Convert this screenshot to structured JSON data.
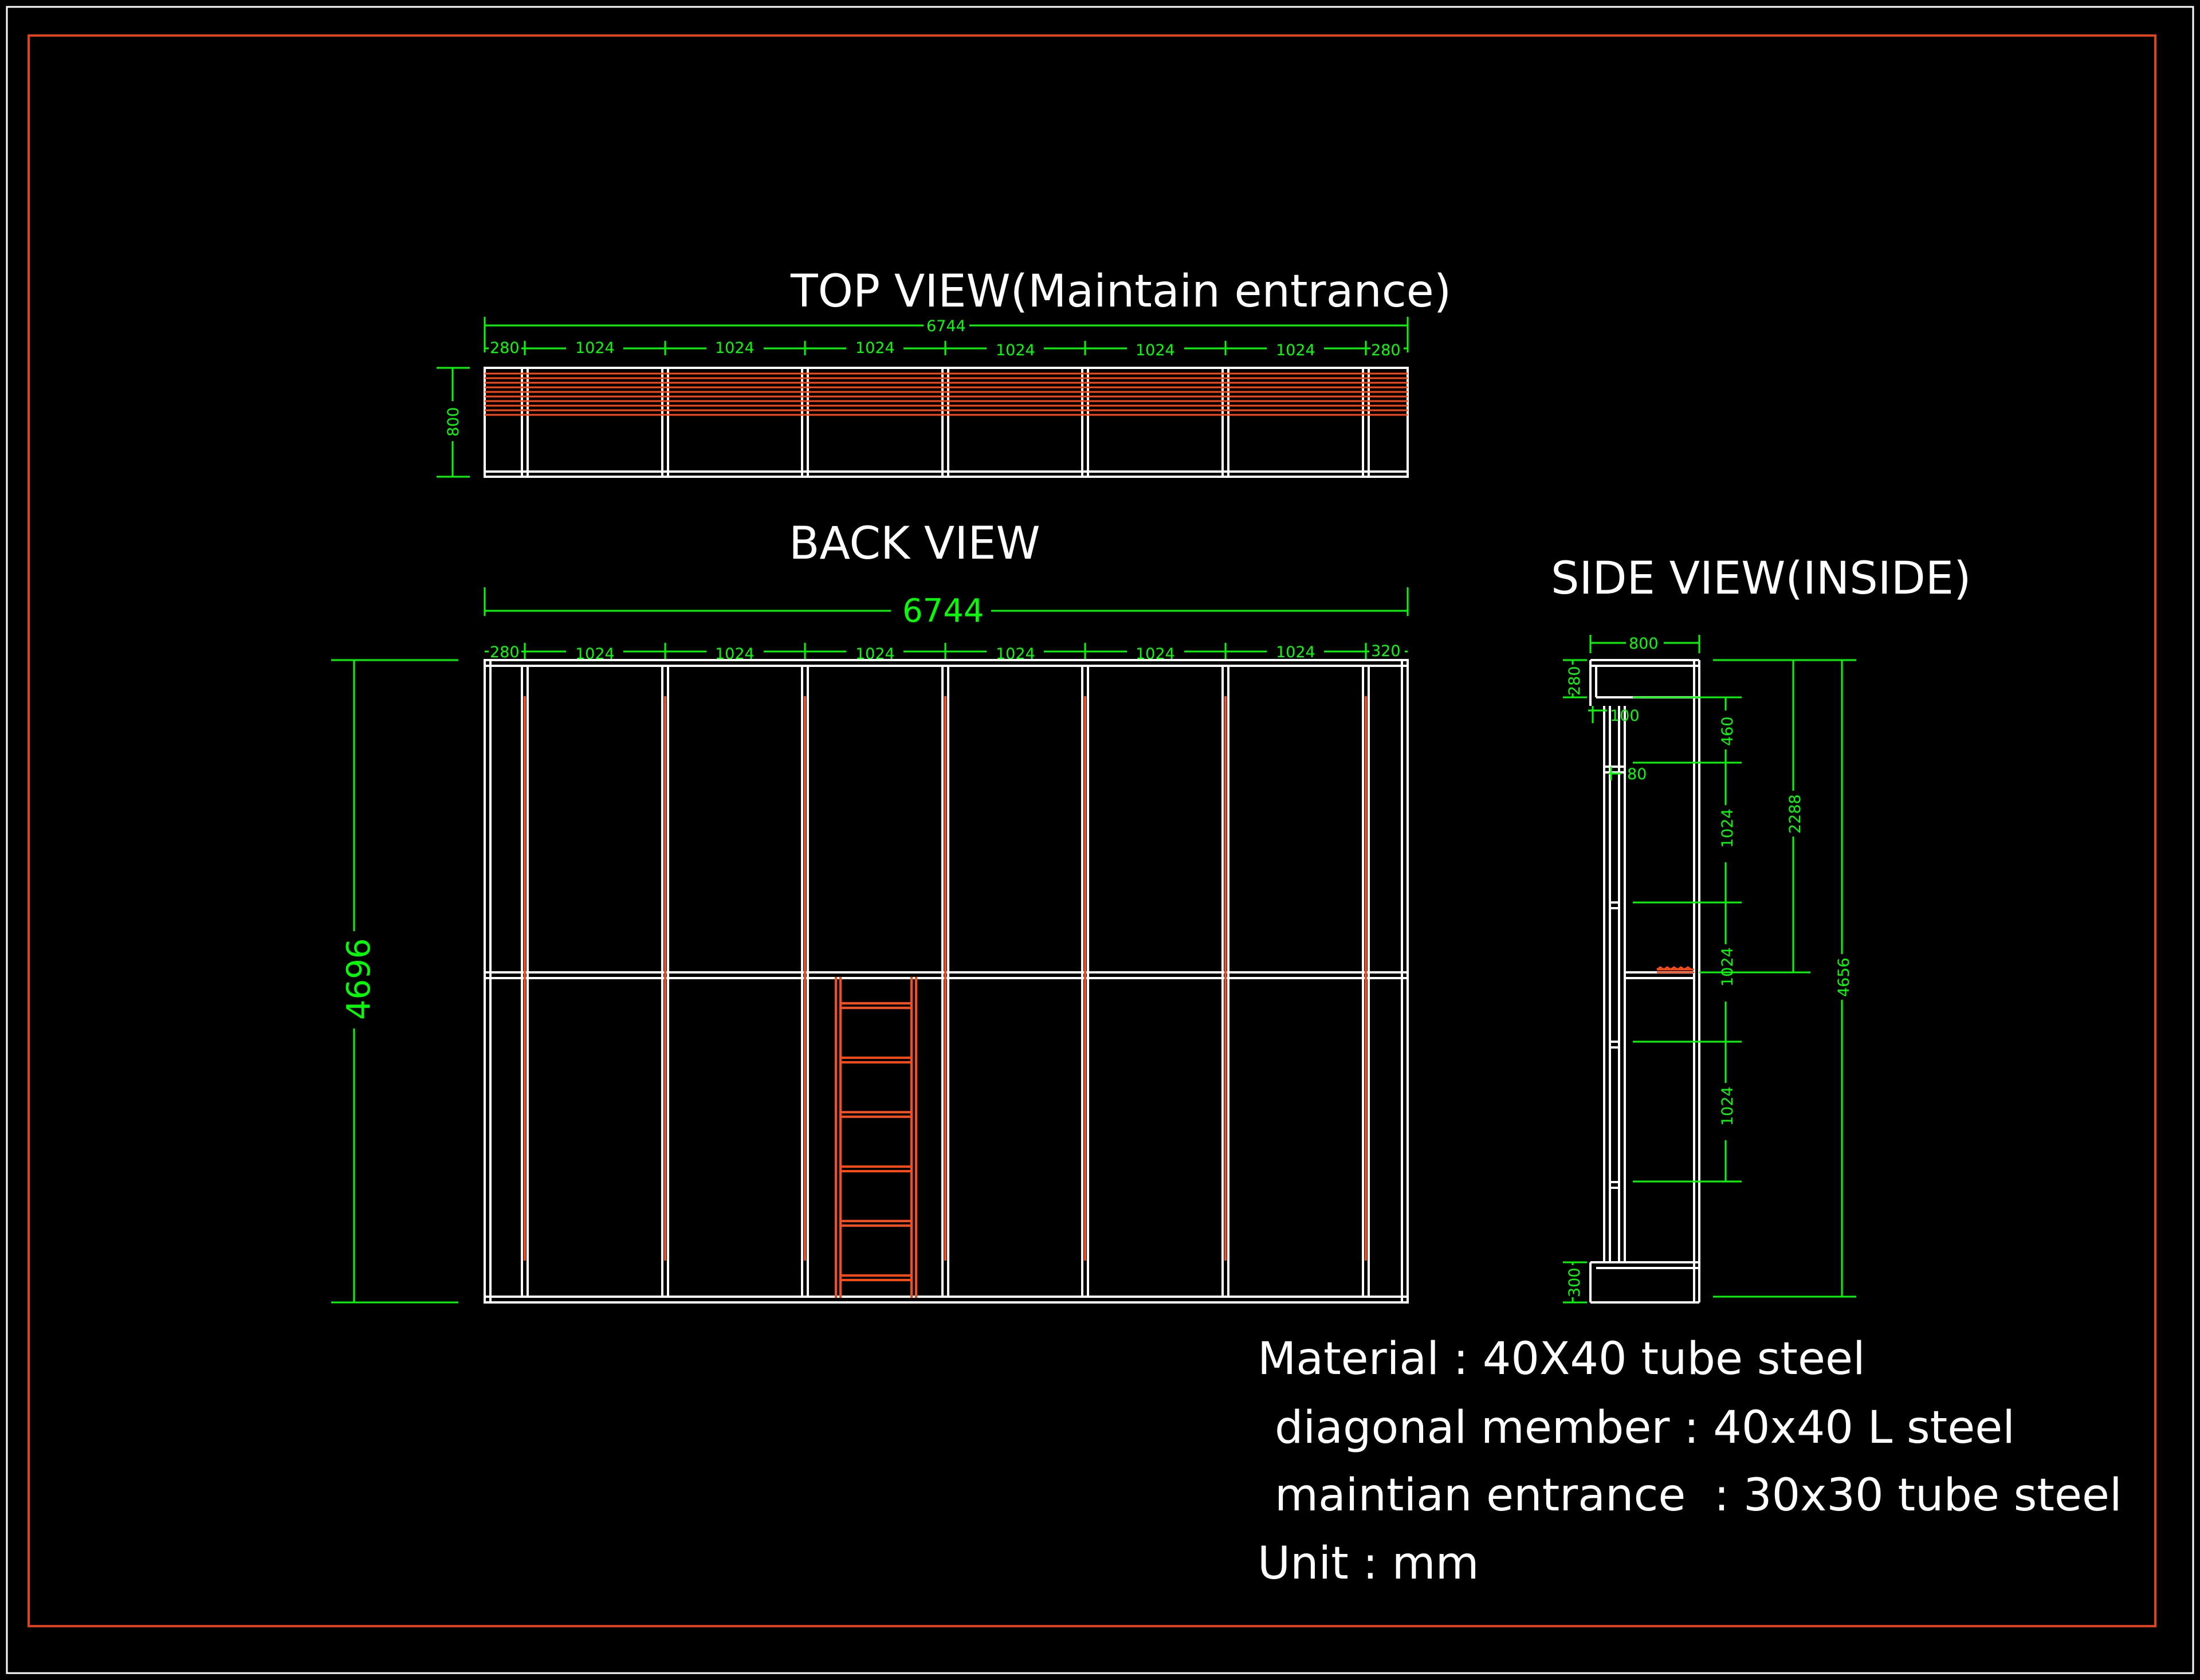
{
  "titles": {
    "top_view": "TOP VIEW(Maintain entrance)",
    "back_view": "BACK VIEW",
    "side_view": "SIDE VIEW(INSIDE)"
  },
  "top_view": {
    "overall": "6744",
    "spans": [
      "280",
      "1024",
      "1024",
      "1024",
      "1024",
      "1024",
      "1024",
      "280"
    ],
    "depth": "800"
  },
  "back_view": {
    "overall": "6744",
    "spans": [
      "280",
      "1024",
      "1024",
      "1024",
      "1024",
      "1024",
      "1024",
      "320"
    ],
    "height": "4696"
  },
  "side_view": {
    "width": "800",
    "top": "280",
    "bottom": "300",
    "small_a": "100",
    "small_b": "80",
    "segments": [
      "460",
      "1024",
      "1024",
      "1024"
    ],
    "mid": "2288",
    "total": "4656"
  },
  "notes": {
    "material": "Material : 40X40 tube steel",
    "diagonal": "diagonal member : 40x40 L steel",
    "entrance": "maintian entrance  : 30x30 tube steel",
    "unit": "Unit : mm"
  },
  "colors": {
    "background": "#000000",
    "lines": "#ffffff",
    "dimensions": "#00ff00",
    "highlight": "#ff4a14"
  }
}
